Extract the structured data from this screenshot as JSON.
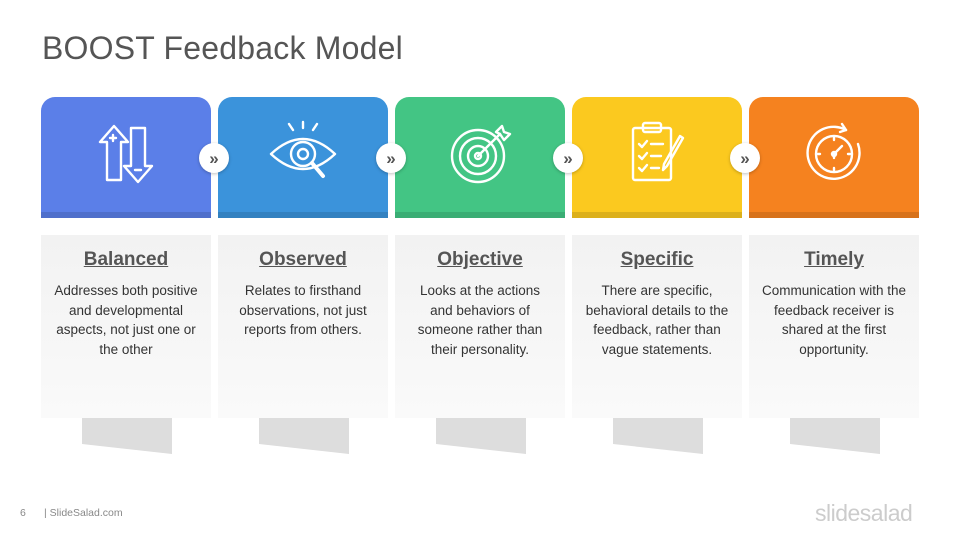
{
  "slide": {
    "title": "BOOST Feedback Model",
    "page_number": "6",
    "footer_text": "| SlideSalad.com",
    "logo_text": "slidesalad"
  },
  "cards": [
    {
      "title": "Balanced",
      "description": "Addresses both positive and developmental aspects, not just one or the other",
      "color": "#5B7FE8",
      "icon": "up-down-arrows-icon"
    },
    {
      "title": "Observed",
      "description": "Relates to firsthand observations, not just reports from others.",
      "color": "#3B93DB",
      "icon": "eye-magnifier-icon"
    },
    {
      "title": "Objective",
      "description": "Looks at the actions and behaviors of someone rather than their personality.",
      "color": "#43C584",
      "icon": "target-icon"
    },
    {
      "title": "Specific",
      "description": "There are specific, behavioral details to the feedback, rather than vague statements.",
      "color": "#FBC91F",
      "icon": "clipboard-checklist-icon"
    },
    {
      "title": "Timely",
      "description": "Communication with the feedback receiver is shared at the first opportunity.",
      "color": "#F5821F",
      "icon": "clock-icon"
    }
  ],
  "connector": {
    "symbol": "»",
    "icon": "double-chevron-right-icon"
  }
}
